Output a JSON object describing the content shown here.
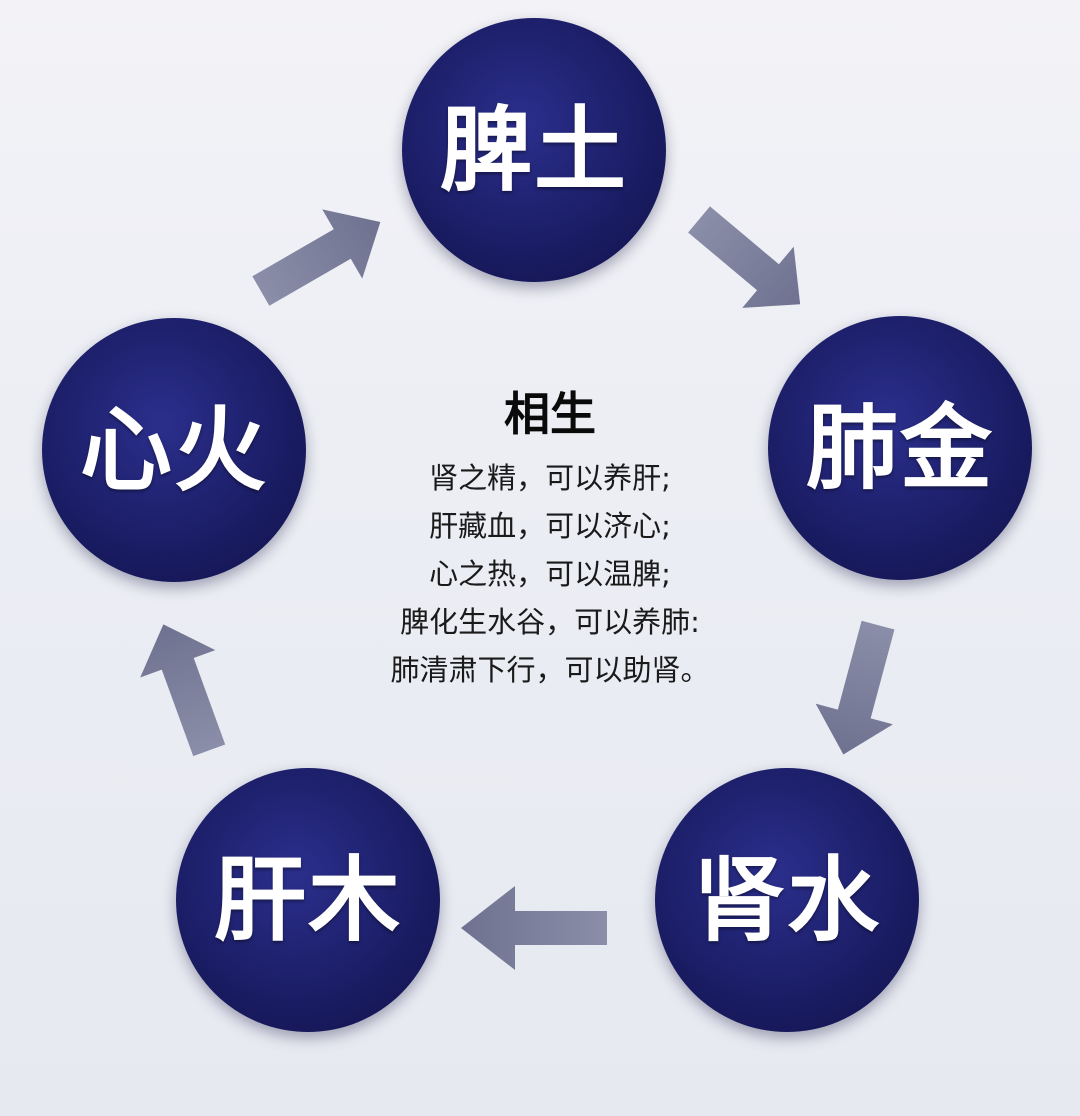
{
  "diagram": {
    "nodes": [
      {
        "id": "spleen",
        "label": "脾土"
      },
      {
        "id": "lung",
        "label": "肺金"
      },
      {
        "id": "kidney",
        "label": "肾水"
      },
      {
        "id": "liver",
        "label": "肝木"
      },
      {
        "id": "heart",
        "label": "心火"
      }
    ],
    "edges": [
      {
        "from": "spleen",
        "to": "lung"
      },
      {
        "from": "lung",
        "to": "kidney"
      },
      {
        "from": "kidney",
        "to": "liver"
      },
      {
        "from": "liver",
        "to": "heart"
      },
      {
        "from": "heart",
        "to": "spleen"
      }
    ],
    "colors": {
      "node": "#1a1c63",
      "arrow": "#797d98",
      "text": "#111111"
    }
  },
  "center": {
    "title": "相生",
    "lines": [
      "肾之精，可以养肝;",
      "肝藏血，可以济心;",
      "心之热，可以温脾;",
      "脾化生水谷，可以养肺:",
      "肺清肃下行，可以助肾。"
    ]
  }
}
